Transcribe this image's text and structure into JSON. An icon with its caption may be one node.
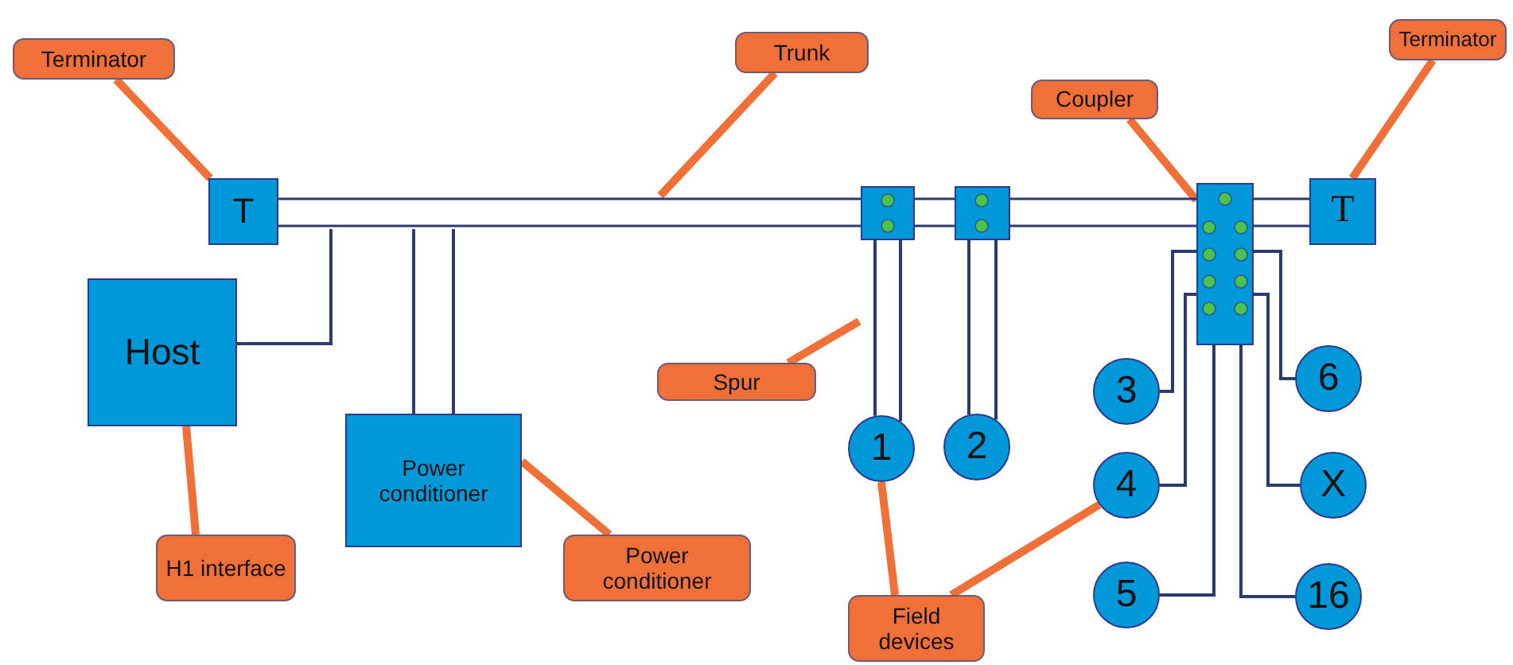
{
  "diagram": {
    "nodes": [
      {
        "text": [
          "Terminator"
        ]
      },
      {
        "text": [
          "Trunk"
        ]
      },
      {
        "text": [
          "Terminator"
        ]
      },
      {
        "text": [
          "Coupler"
        ]
      },
      {
        "text": [
          "T"
        ]
      },
      {
        "text": [],
        "shape": "bar"
      },
      {
        "text": [],
        "shape": "box"
      },
      {
        "text": [],
        "shape": "box"
      },
      {
        "text": [],
        "shape": "box"
      },
      {
        "text": [
          "T"
        ]
      },
      {
        "text": [
          "Host"
        ]
      },
      {
        "text": [
          "Spur"
        ]
      },
      {
        "text": [
          "3"
        ]
      },
      {
        "text": [
          "6"
        ]
      },
      {
        "text": [
          "1"
        ]
      },
      {
        "text": [
          "2"
        ]
      },
      {
        "text": [
          "Power conditioner"
        ]
      },
      {
        "text": [
          "4"
        ]
      },
      {
        "text": [
          "X"
        ]
      },
      {
        "text": [
          "5"
        ]
      },
      {
        "text": [
          "16"
        ]
      },
      {
        "text": [
          "H1 interface"
        ]
      },
      {
        "text": [
          "Power conditioner"
        ]
      },
      {
        "text": [
          "Field devices"
        ]
      }
    ],
    "edges": [
      {
        "from": 0,
        "to": 4,
        "arrow": "none",
        "style": "thick",
        "color": "#f07038"
      },
      {
        "from": 1,
        "to": 5,
        "arrow": "none",
        "style": "thick",
        "color": "#f07038"
      },
      {
        "from": 2,
        "to": 9,
        "arrow": "none",
        "style": "thick",
        "color": "#f07038"
      },
      {
        "from": 3,
        "to": 8,
        "arrow": "none",
        "style": "thick",
        "color": "#f07038"
      },
      {
        "from": 10,
        "to": 5,
        "arrow": "none"
      },
      {
        "from": 16,
        "to": 5,
        "arrow": "none"
      },
      {
        "from": 6,
        "to": 14,
        "arrow": "none"
      },
      {
        "from": 7,
        "to": 15,
        "arrow": "none"
      },
      {
        "from": 8,
        "to": 12,
        "arrow": "none"
      },
      {
        "from": 8,
        "to": 17,
        "arrow": "none"
      },
      {
        "from": 8,
        "to": 19,
        "arrow": "none"
      },
      {
        "from": 8,
        "to": 13,
        "arrow": "none"
      },
      {
        "from": 8,
        "to": 18,
        "arrow": "none"
      },
      {
        "from": 8,
        "to": 20,
        "arrow": "none"
      },
      {
        "from": 11,
        "to": null,
        "arrow": "none",
        "style": "thick",
        "color": "#f07038"
      },
      {
        "from": 21,
        "to": 10,
        "arrow": "none",
        "style": "thick",
        "color": "#f07038"
      },
      {
        "from": 22,
        "to": 16,
        "arrow": "none",
        "style": "thick",
        "color": "#f07038"
      },
      {
        "from": 23,
        "to": 14,
        "arrow": "none",
        "style": "thick",
        "color": "#f07038"
      },
      {
        "from": 23,
        "to": 17,
        "arrow": "none",
        "style": "thick",
        "color": "#f07038"
      }
    ]
  }
}
